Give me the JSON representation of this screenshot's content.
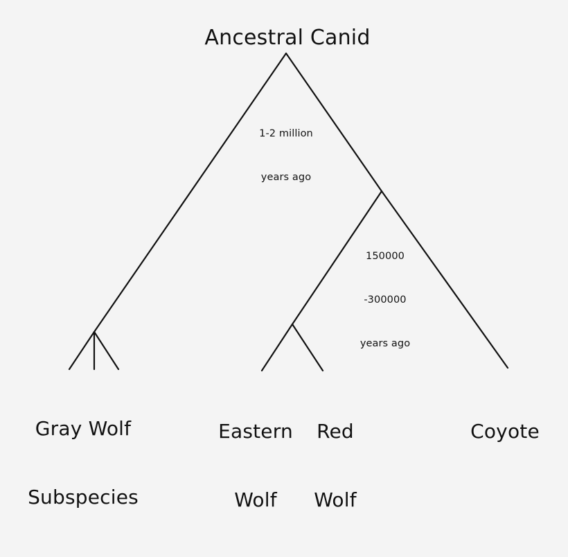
{
  "figure": {
    "type": "phylogenetic-tree",
    "background_color": "#f4f4f4",
    "line_color": "#111111",
    "text_color": "#111111",
    "root": {
      "label": "Ancestral Canid"
    },
    "branch_labels": [
      {
        "id": "root-split",
        "lines": [
          "1-2 million",
          "years ago"
        ],
        "line1": "1-2 million",
        "line2": "years ago",
        "line3": ""
      },
      {
        "id": "wolf-coyote-split",
        "lines": [
          "150000",
          "-300000",
          "years ago"
        ],
        "line1": "150000",
        "line2": "-300000",
        "line3": "years ago"
      }
    ],
    "leaves": [
      {
        "id": "gray-wolf-subspecies",
        "lines": [
          "Gray Wolf",
          "Subspecies"
        ],
        "line1": "Gray Wolf",
        "line2": "Subspecies"
      },
      {
        "id": "eastern-wolf",
        "lines": [
          "Eastern",
          "Wolf"
        ],
        "line1": "Eastern",
        "line2": "Wolf"
      },
      {
        "id": "red-wolf",
        "lines": [
          "Red",
          "Wolf"
        ],
        "line1": "Red",
        "line2": "Wolf"
      },
      {
        "id": "coyote",
        "lines": [
          "Coyote"
        ],
        "line1": "Coyote",
        "line2": ""
      }
    ]
  }
}
